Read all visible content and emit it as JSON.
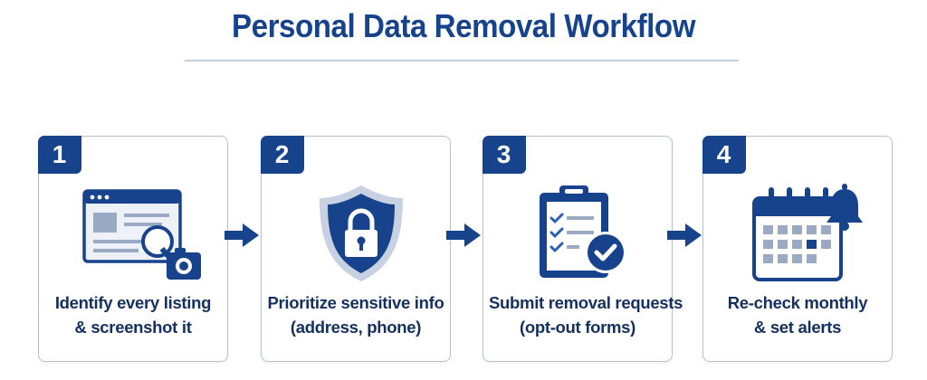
{
  "title": "Personal Data Removal Workflow",
  "colors": {
    "primary": "#16438c",
    "accent": "#2a5db4",
    "light": "#c7d1e2",
    "text": "#14305f"
  },
  "steps": [
    {
      "number": "1",
      "icon": "browser-camera-icon",
      "line1": "Identify every listing",
      "line2": "& screenshot it"
    },
    {
      "number": "2",
      "icon": "shield-lock-icon",
      "line1": "Prioritize sensitive info",
      "line2": "(address, phone)"
    },
    {
      "number": "3",
      "icon": "clipboard-check-icon",
      "line1": "Submit removal requests",
      "line2": "(opt-out forms)"
    },
    {
      "number": "4",
      "icon": "calendar-bell-icon",
      "line1": "Re-check monthly",
      "line2": "& set alerts"
    }
  ]
}
